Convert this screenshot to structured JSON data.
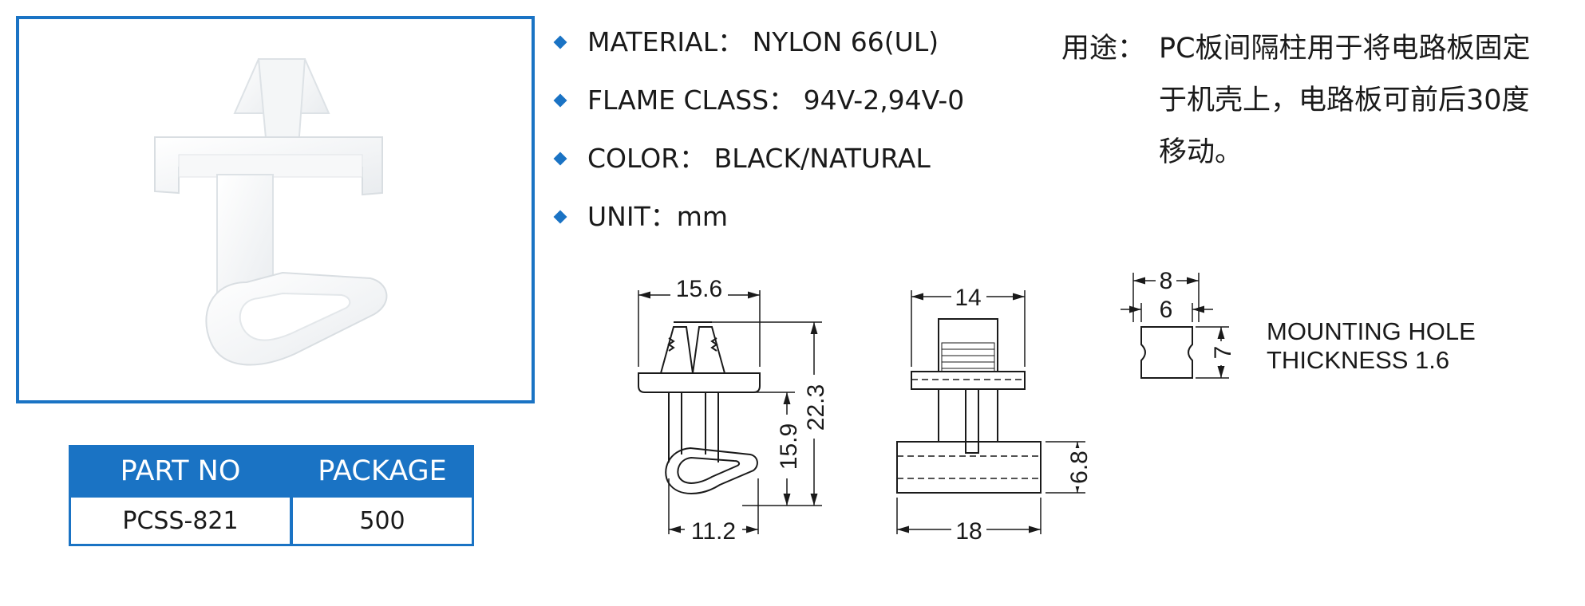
{
  "part_table": {
    "headers": [
      "PART NO",
      "PACKAGE"
    ],
    "row": [
      "PCSS-821",
      "500"
    ]
  },
  "specs": [
    "MATERIAL： NYLON 66(UL)",
    "FLAME CLASS： 94V-2,94V-0",
    "COLOR： BLACK/NATURAL",
    "UNIT：mm"
  ],
  "usage": {
    "label": "用途：",
    "lines": [
      "PC板间隔柱用于将电路板固定",
      "于机壳上，电路板可前后30度",
      "移动。"
    ]
  },
  "mounting": {
    "line1": "MOUNTING  HOLE",
    "line2": "THICKNESS  1.6"
  },
  "dims": {
    "front_width": "15.6",
    "front_height_total": "22.3",
    "front_height_lower": "15.9",
    "front_loop_width": "11.2",
    "side_top_width": "14",
    "side_base_width": "18",
    "side_base_height": "6.8",
    "hole_outer": "8",
    "hole_inner": "6",
    "hole_height": "7"
  },
  "colors": {
    "accent": "#1a73c4",
    "line": "#1a1a1a"
  }
}
